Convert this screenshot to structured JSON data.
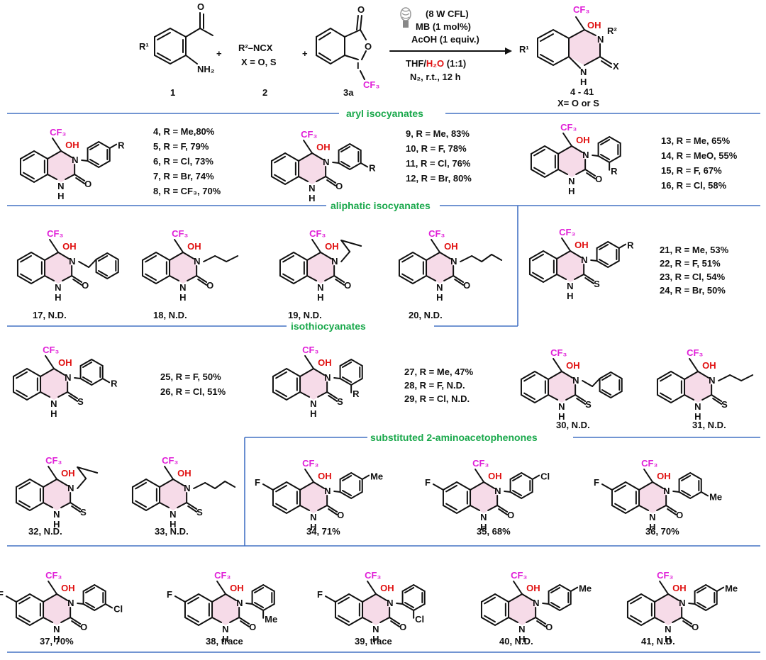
{
  "reaction": {
    "reagent_1_substituent": "R¹",
    "reagent_1_nh2": "NH₂",
    "reagent_1_label": "1",
    "plus": "+",
    "reagent_2_formula": "R²–NCX",
    "reagent_2_x": "X = O, S",
    "reagent_2_label": "2",
    "reagent_3_cf3": "CF₃",
    "reagent_3_label": "3a",
    "condition_light": "(8 W CFL)",
    "condition_cat": "MB (1 mol%)",
    "condition_acid": "AcOH (1 equiv.)",
    "condition_solvent_a": "THF/",
    "condition_solvent_b": "H₂O",
    "condition_solvent_c": " (1:1)",
    "condition_atm": "N₂, r.t., 12 h",
    "product_r1": "R¹",
    "product_r2": "R²",
    "product_cf3": "CF₃",
    "product_oh": "OH",
    "product_nh": "N",
    "product_h": "H",
    "product_x": "X",
    "product_label": "4 - 41",
    "product_x_note": "X= O or S"
  },
  "colors": {
    "cf3": "#e020d8",
    "oh": "#e01010",
    "section_title": "#19a84b",
    "rule": "#4472c4",
    "ring": "#f6dbe8"
  },
  "sections": {
    "aryl": "aryl isocyanates",
    "aliphatic": "aliphatic isocyanates",
    "isothio": "isothiocyanates",
    "substituted": "substituted 2-aminoacetophenones"
  },
  "aryl_groups": [
    [
      "4, R = Me,80%",
      "5, R = F, 79%",
      "6, R = Cl, 73%",
      "7, R = Br, 74%",
      "8, R = CF₃, 70%"
    ],
    [
      "9, R = Me, 83%",
      "10, R = F, 78%",
      "11, R = Cl, 76%",
      "12, R = Br, 80%"
    ],
    [
      "13, R = Me, 65%",
      "14, R = MeO, 55%",
      "15, R = F, 67%",
      "16, R = Cl, 58%"
    ]
  ],
  "thio_para": [
    "21, R = Me, 53%",
    "22, R = F, 51%",
    "23, R = Cl, 54%",
    "24, R = Br, 50%"
  ],
  "thio_meta": [
    "25, R = F, 50%",
    "26, R = Cl, 51%"
  ],
  "thio_ortho": [
    "27, R = Me, 47%",
    "28, R = F, N.D.",
    "29, R = Cl, N.D."
  ],
  "compounds": {
    "c17": "17, N.D.",
    "c18": "18, N.D.",
    "c19": "19, N.D.",
    "c20": "20, N.D.",
    "c30": "30, N.D.",
    "c31": "31, N.D.",
    "c32": "32, N.D.",
    "c33": "33, N.D.",
    "c34": "34, 71%",
    "c35": "35, 68%",
    "c36": "36, 70%",
    "c37": "37, 70%",
    "c38": "38, trace",
    "c39": "39, trace",
    "c40": "40, N.D.",
    "c41": "41, N.D."
  },
  "atoms": {
    "CF3": "CF₃",
    "OH": "OH",
    "N": "N",
    "H": "H",
    "O": "O",
    "S": "S",
    "R": "R",
    "F": "F",
    "Me": "Me",
    "Cl": "Cl"
  }
}
